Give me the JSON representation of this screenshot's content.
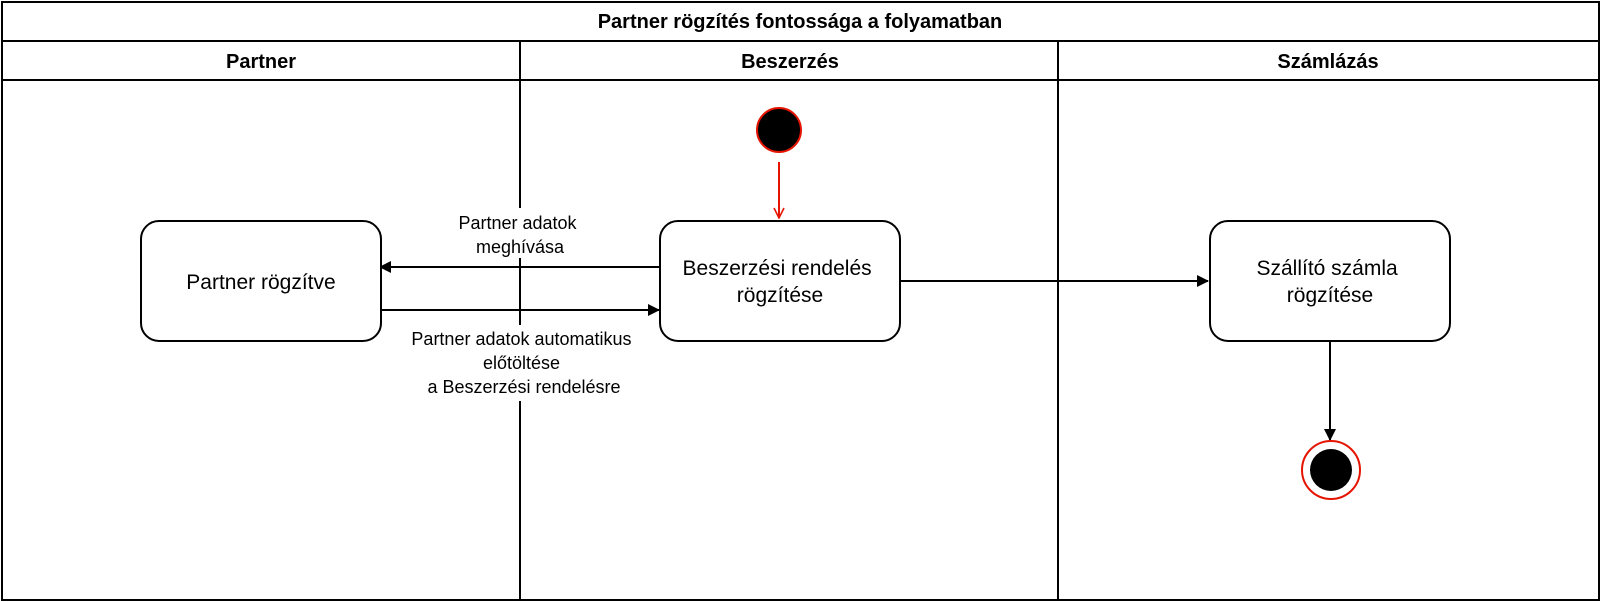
{
  "pool": {
    "title": "Partner rögzítés fontossága a folyamatban",
    "lanes": [
      "Partner",
      "Beszerzés",
      "Számlázás"
    ]
  },
  "nodes": {
    "partner_rogzitve": "Partner rögzítve",
    "beszerzesi_rendeles": [
      "Beszerzési rendelés",
      "rögzítése"
    ],
    "szallito_szamla": [
      "Szállító számla",
      "rögzítése"
    ]
  },
  "edges": {
    "partner_adatok_meghivasa": [
      "Partner adatok",
      "meghívása"
    ],
    "partner_adatok_elotoltese": [
      "Partner adatok automatikus",
      "előtöltése",
      "a Beszerzési rendelésre"
    ]
  },
  "colors": {
    "start_fill": "#000000",
    "start_stroke": "#e51400",
    "start_edge": "#e51400",
    "end_ring": "#e51400",
    "line": "#000000",
    "background": "#ffffff"
  }
}
